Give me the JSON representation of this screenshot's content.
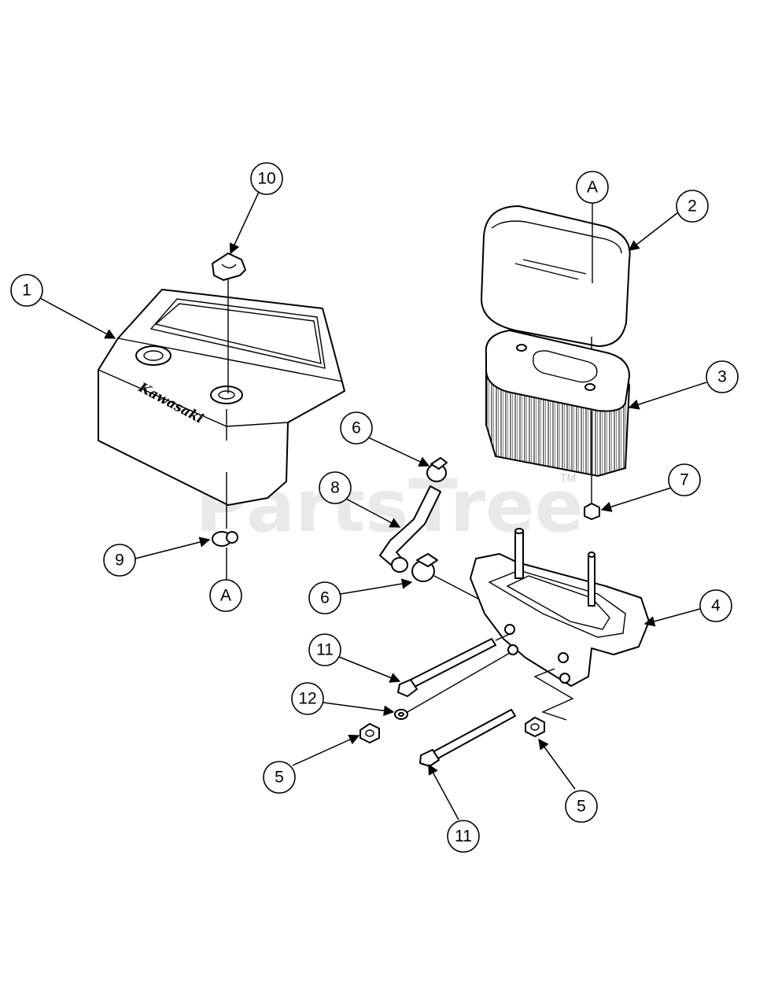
{
  "watermark": {
    "text": "PartsTree",
    "tm": "TM"
  },
  "cover_brand": "Kawasaki",
  "callouts": [
    {
      "id": "c1",
      "label": "1"
    },
    {
      "id": "c10",
      "label": "10"
    },
    {
      "id": "c9",
      "label": "9"
    },
    {
      "id": "cA1",
      "label": "A"
    },
    {
      "id": "cA2",
      "label": "A"
    },
    {
      "id": "c2",
      "label": "2"
    },
    {
      "id": "c3",
      "label": "3"
    },
    {
      "id": "c6a",
      "label": "6"
    },
    {
      "id": "c8",
      "label": "8"
    },
    {
      "id": "c7",
      "label": "7"
    },
    {
      "id": "c6b",
      "label": "6"
    },
    {
      "id": "c4",
      "label": "4"
    },
    {
      "id": "c11a",
      "label": "11"
    },
    {
      "id": "c12",
      "label": "12"
    },
    {
      "id": "c5a",
      "label": "5"
    },
    {
      "id": "c5b",
      "label": "5"
    },
    {
      "id": "c11b",
      "label": "11"
    }
  ]
}
